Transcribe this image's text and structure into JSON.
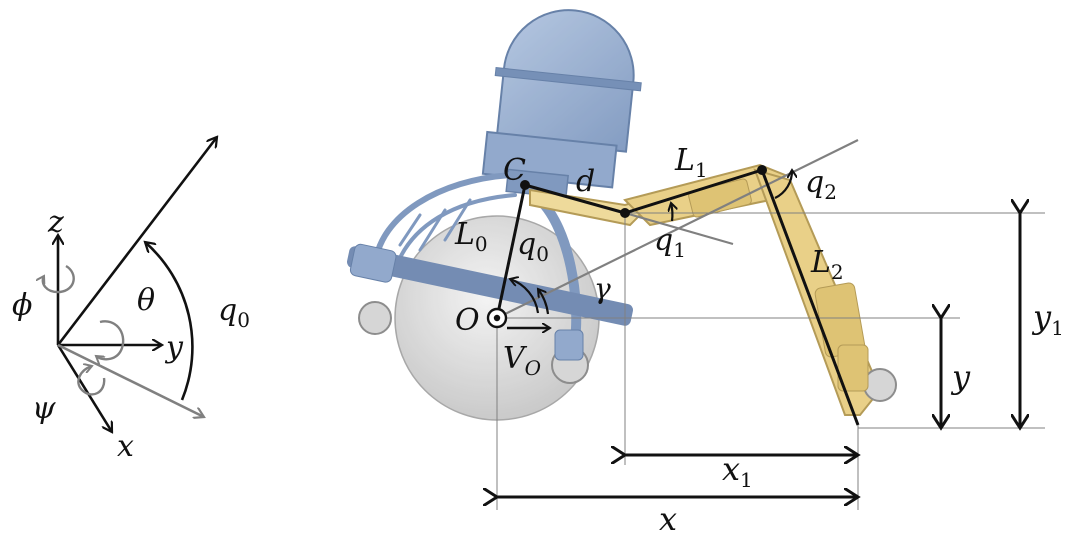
{
  "frame": {
    "axis_z": "z",
    "axis_y": "y",
    "axis_x": "x",
    "rot_phi": "ϕ",
    "rot_psi": "ψ",
    "angle_theta": "θ",
    "angle_q": "q",
    "angle_q_sub": "0"
  },
  "robot": {
    "point_C": "C",
    "offset_d": "d",
    "origin_O": "O",
    "angle_gamma": "γ",
    "velocity": "V",
    "velocity_sub": "O",
    "link0": "L",
    "link0_sub": "0",
    "angle_q0": "q",
    "angle_q0_sub": "0",
    "link1": "L",
    "link1_sub": "1",
    "angle_q1": "q",
    "angle_q1_sub": "1",
    "angle_q2": "q",
    "angle_q2_sub": "2",
    "link2": "L",
    "link2_sub": "2"
  },
  "dimensions": {
    "x": "x",
    "x1": "x",
    "x1_sub": "1",
    "y": "y",
    "y1": "y",
    "y1_sub": "1"
  },
  "colors": {
    "robot_body": "#7f9bc4",
    "robot_body_dark": "#4d6c9a",
    "wheel": "#d6d6d6",
    "leg": "#e6c874",
    "leg_dark": "#a88a3a",
    "ink": "#111111",
    "grey_axis": "#808080"
  }
}
